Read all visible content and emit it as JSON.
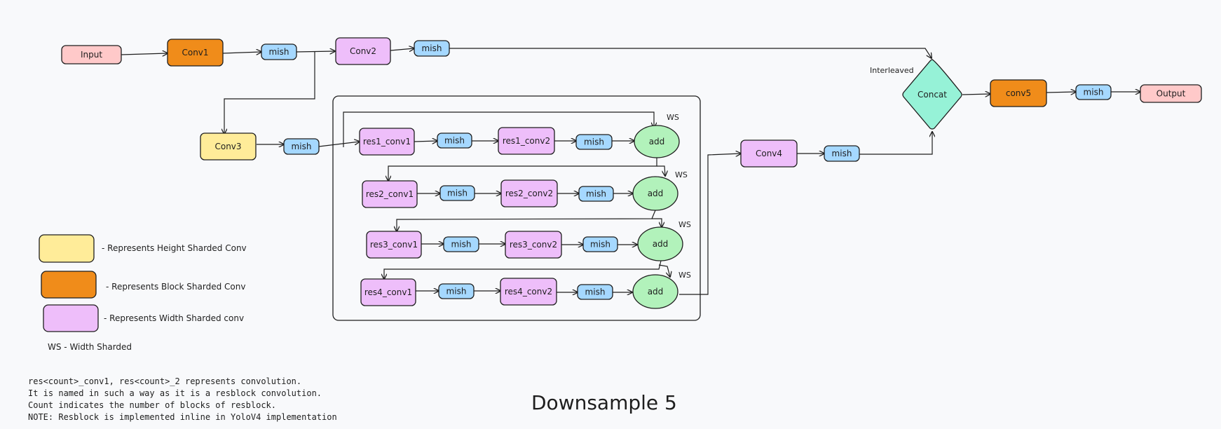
{
  "title": "Downsample 5",
  "colors": {
    "pink": "#ffc9c9",
    "orange": "#f08c1a",
    "blue": "#a5d8ff",
    "purple": "#eebefa",
    "yellow": "#ffec99",
    "green": "#b2f2bb",
    "teal": "#96f2d7"
  },
  "nodes": {
    "input": "Input",
    "conv1": "Conv1",
    "mish1": "mish",
    "conv2": "Conv2",
    "mish2": "mish",
    "conv3": "Conv3",
    "mish3": "mish",
    "res1_conv1": "res1_conv1",
    "res1_mish1": "mish",
    "res1_conv2": "res1_conv2",
    "res1_mish2": "mish",
    "res1_add": "add",
    "res2_conv1": "res2_conv1",
    "res2_mish1": "mish",
    "res2_conv2": "res2_conv2",
    "res2_mish2": "mish",
    "res2_add": "add",
    "res3_conv1": "res3_conv1",
    "res3_mish1": "mish",
    "res3_conv2": "res3_conv2",
    "res3_mish2": "mish",
    "res3_add": "add",
    "res4_conv1": "res4_conv1",
    "res4_mish1": "mish",
    "res4_conv2": "res4_conv2",
    "res4_mish2": "mish",
    "res4_add": "add",
    "conv4": "Conv4",
    "mish4": "mish",
    "concat": "Concat",
    "conv5": "conv5",
    "mish5": "mish",
    "output": "Output"
  },
  "labels": {
    "ws": "WS",
    "interleaved": "Interleaved"
  },
  "legend": {
    "height": "- Represents Height Sharded Conv",
    "block": "- Represents Block Sharded Conv",
    "width": "- Represents Width Sharded conv",
    "ws": "WS - Width Sharded"
  },
  "notes": [
    "res<count>_conv1, res<count>_2 represents convolution.",
    "It is named in such a way as it is a resblock convolution.",
    "Count indicates the number of blocks of resblock.",
    "NOTE: Resblock is implemented inline in YoloV4 implementation"
  ]
}
